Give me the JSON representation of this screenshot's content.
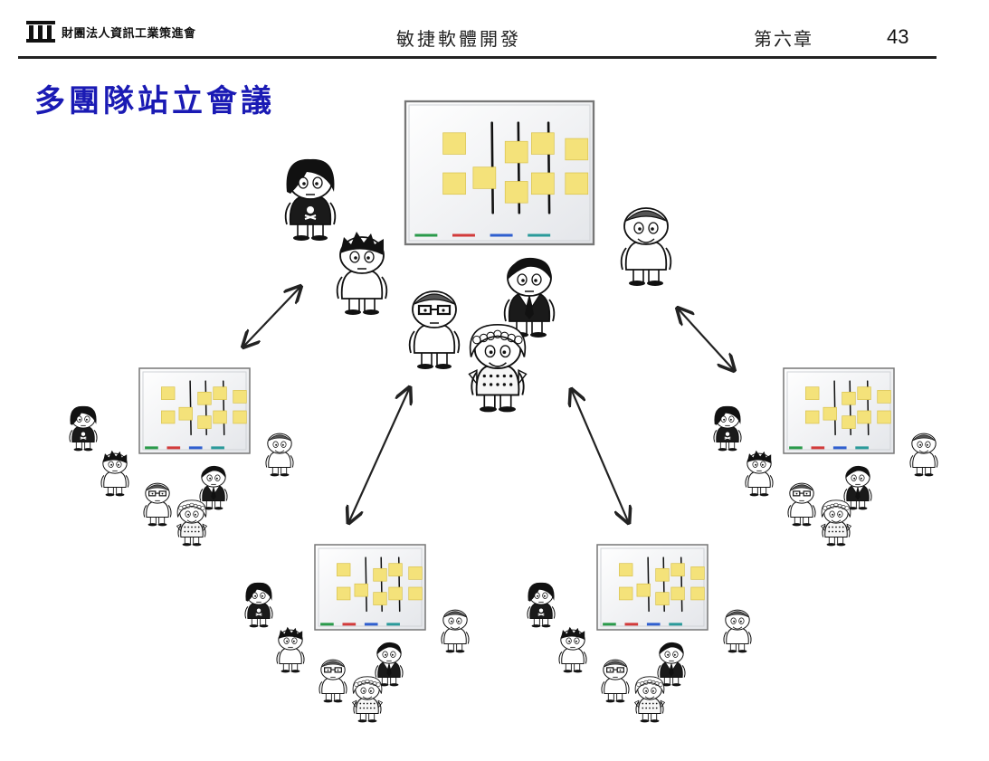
{
  "header": {
    "organization": "財團法人資訊工業策進會",
    "course": "敏捷軟體開發",
    "chapter": "第六章",
    "page_number": "43"
  },
  "slide": {
    "title": "多團隊站立會議"
  },
  "icons": {
    "logo": "building-columns-icon",
    "board": "whiteboard-icon",
    "arrow": "double-headed-arrow-icon",
    "person": "cartoon-person-icon"
  },
  "colors": {
    "title": "#1a1ab4",
    "sticky_note": "#f4e27a",
    "rule": "#222222"
  }
}
